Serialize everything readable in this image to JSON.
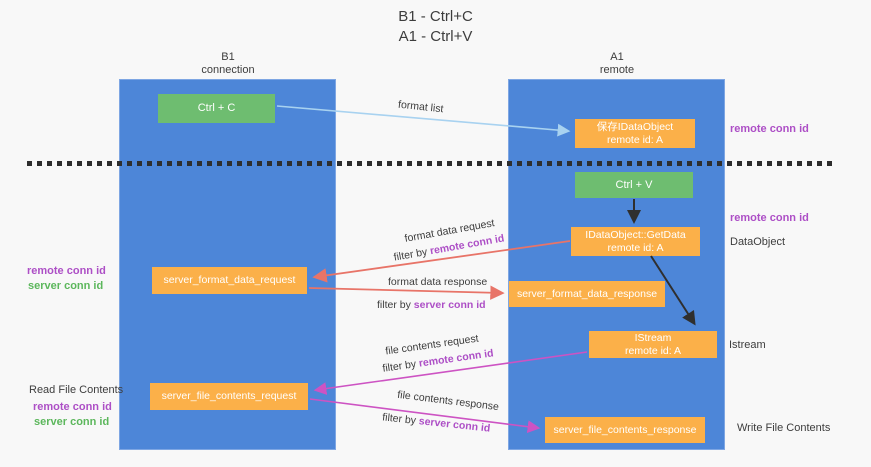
{
  "title": {
    "line1": "B1 - Ctrl+C",
    "line2": "A1 - Ctrl+V"
  },
  "lanes": {
    "left": {
      "line1": "B1",
      "line2": "connection"
    },
    "right": {
      "line1": "A1",
      "line2": "remote"
    }
  },
  "nodes": {
    "ctrl_c": "Ctrl + C",
    "ctrl_v": "Ctrl + V",
    "save_dataobject": {
      "line1": "保存IDataObject",
      "line2": "remote id: A"
    },
    "getdata": {
      "line1": "IDataObject::GetData",
      "line2": "remote id: A"
    },
    "istream": {
      "line1": "IStream",
      "line2": "remote id: A"
    },
    "server_format_data_request": "server_format_data_request",
    "server_format_data_response": "server_format_data_response",
    "server_file_contents_request": "server_file_contents_request",
    "server_file_contents_response": "server_file_contents_response"
  },
  "edge_labels": {
    "format_list": "format list",
    "format_data_request": "format data request",
    "format_data_response": "format data response",
    "file_contents_request": "file contents request",
    "file_contents_response": "file contents response",
    "filter_prefix": "filter by ",
    "remote_conn_id": "remote conn id",
    "server_conn_id": "server conn id"
  },
  "annotations": {
    "remote_conn_id_top": "remote conn id",
    "remote_conn_id_mid": "remote conn id",
    "dataobject": "DataObject",
    "istream": "Istream",
    "write_file_contents": "Write File Contents",
    "read_file_contents": "Read File Contents",
    "legend1_remote": "remote conn id",
    "legend1_server": "server conn id",
    "legend2_remote": "remote conn id",
    "legend2_server": "server conn id"
  },
  "colors": {
    "background": "#f8f8f8",
    "lane_blue": "#4d86d8",
    "box_orange": "#fbb049",
    "box_green": "#6ebd70",
    "arrow_light_blue": "#a8d2f0",
    "arrow_red": "#e87468",
    "arrow_magenta": "#cd53c3",
    "text_purple": "#ad4fc6",
    "text_green": "#5cb75c",
    "text_dark": "#3d3d3d"
  }
}
